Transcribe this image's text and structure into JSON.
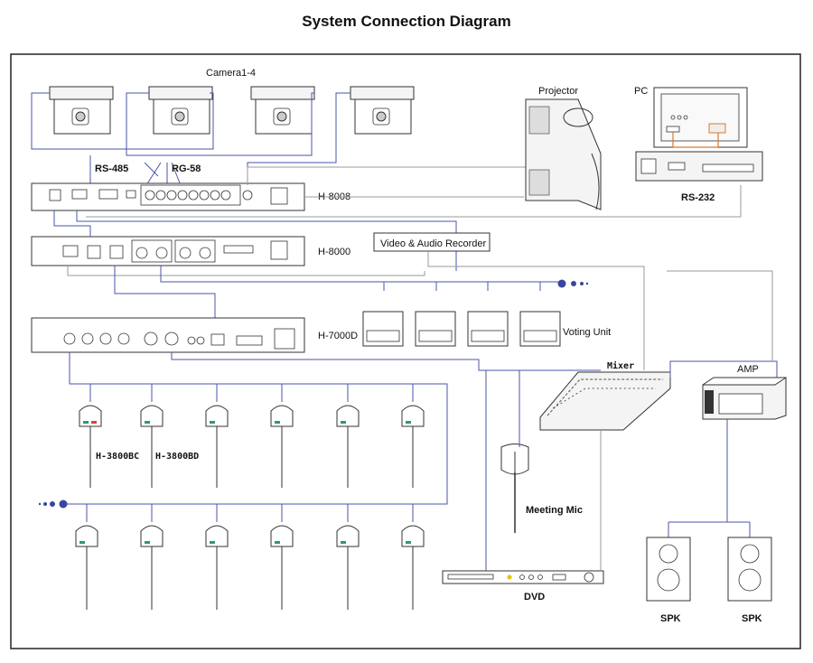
{
  "title": "System Connection Diagram",
  "labels": {
    "cameras": "Camera1-4",
    "rs485": "RS-485",
    "rg58": "RG-58",
    "h8008": "H-8008",
    "h8000": "H-8000",
    "h7000d": "H-7000D",
    "projector": "Projector",
    "pc": "PC",
    "rs232": "RS-232",
    "recorder": "Video & Audio Recorder",
    "voting": "Voting Unit",
    "mixer": "Mixer",
    "amp": "AMP",
    "mic_chair": "H-3800BC",
    "mic_delegate": "H-3800BD",
    "meeting_mic": "Meeting Mic",
    "dvd": "DVD",
    "spk_left": "SPK",
    "spk_right": "SPK"
  },
  "colors": {
    "signal_wire": "#4a55a8",
    "control_wire": "#999999",
    "pc_wire": "#d9792b"
  }
}
